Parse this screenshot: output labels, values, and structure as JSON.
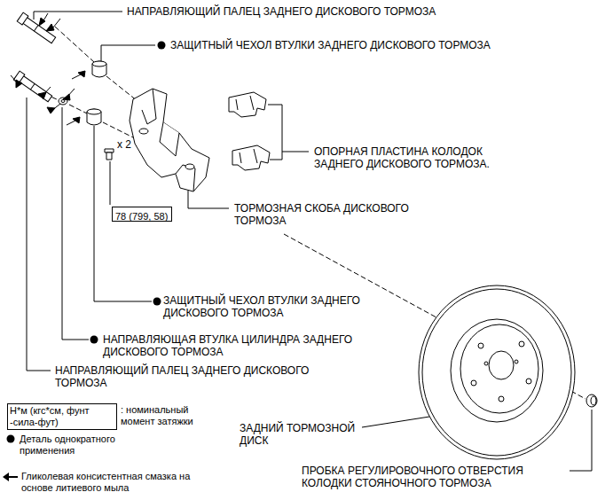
{
  "diagram": {
    "nodes": [
      {
        "text": [
          "78 (799, 58)"
        ]
      },
      {
        "text": [
          "Н*м (кгс*см, фунт -сила-фут)",
          ": номинальный момент затяжки"
        ]
      }
    ],
    "labels": [
      "НАПРАВЛЯЮЩИЙ ПАЛЕЦ ЗАДНЕГО ДИСКОВОГО ТОРМОЗА",
      "ЗАЩИТНЫЙ ЧЕХОЛ ВТУЛКИ ЗАДНЕГО ДИСКОВОГО ТОРМОЗА",
      "x 2",
      "ОПОРНАЯ ПЛАСТИНА КОЛОДОК ЗАДНЕГО ДИСКОВОГО ТОРМОЗА.",
      "ТОРМОЗНАЯ СКОБА ДИСКОВОГО ТОРМОЗА",
      "ЗАЩИТНЫЙ ЧЕХОЛ ВТУЛКИ ЗАДНЕГО ДИСКОВОГО ТОРМОЗА",
      "НАПРАВЛЯЮЩАЯ ВТУЛКА ЦИЛИНДРА ЗАДНЕГО ДИСКОВОГО ТОРМОЗА",
      "НАПРАВЛЯЮЩИЙ ПАЛЕЦ ЗАДНЕГО ДИСКОВОГО ТОРМОЗА",
      "ЗАДНИЙ ТОРМОЗНОЙ ДИСК",
      "ПРОБКА РЕГУЛИРОВОЧНОГО ОТВЕРСТИЯ КОЛОДКИ СТОЯНОЧНОГО ТОРМОЗА"
    ],
    "legend": [
      {
        "text": "Деталь однократного применения"
      },
      {
        "text": "Гликолевая консистентная смазка на основе литиевого мыла"
      }
    ]
  }
}
